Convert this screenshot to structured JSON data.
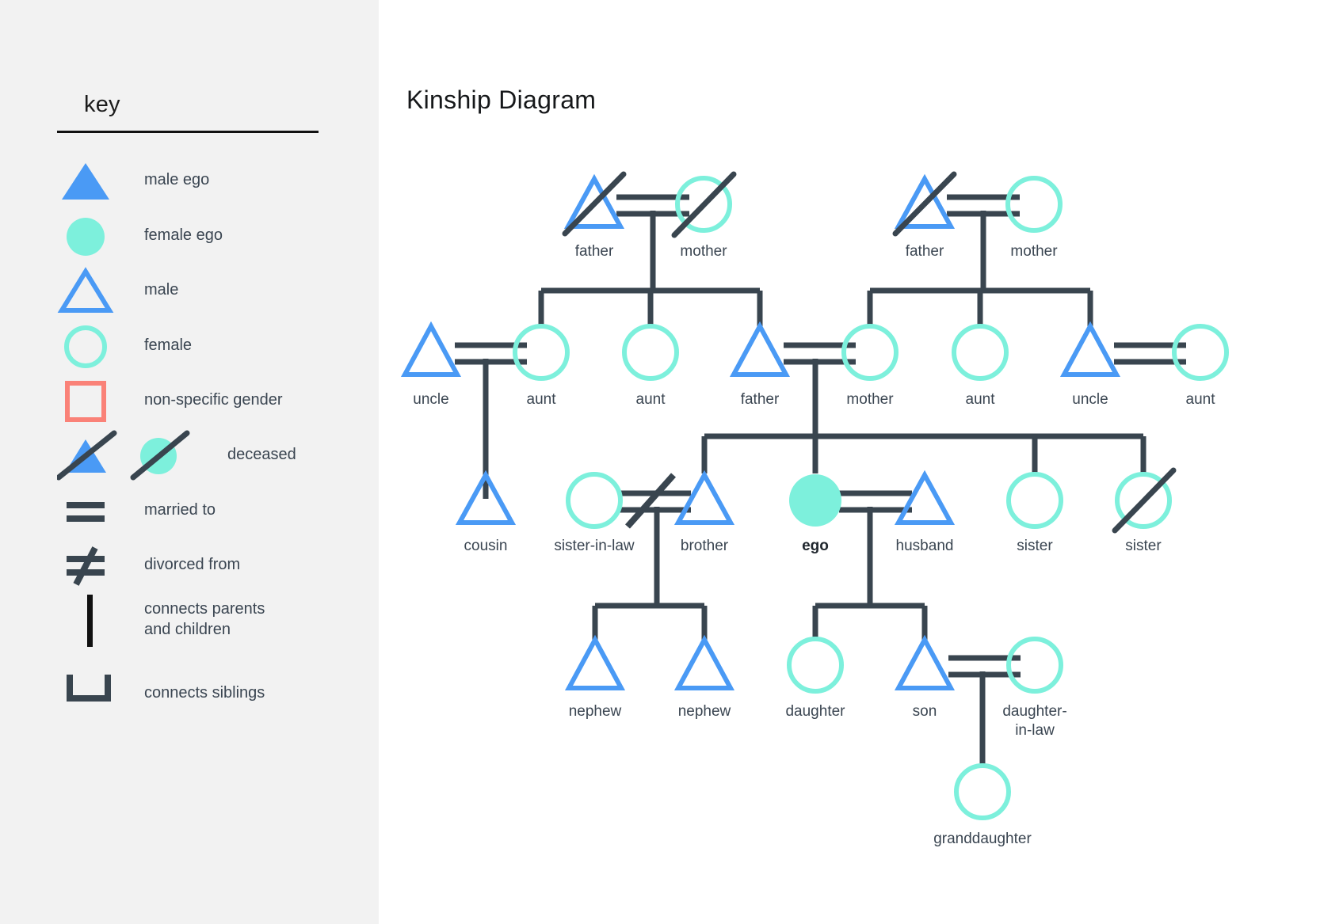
{
  "colors": {
    "male_blue": "#4a9af5",
    "female_teal": "#7df0dc",
    "nonspecific_red": "#fa8278",
    "line_dark": "#39454f",
    "panel_bg": "#f2f2f2",
    "text": "#3a4551",
    "title": "#16181a"
  },
  "legend": {
    "title": "key",
    "items": [
      {
        "icon": "filled-triangle-icon",
        "label": "male ego"
      },
      {
        "icon": "filled-circle-icon",
        "label": "female ego"
      },
      {
        "icon": "outline-triangle-icon",
        "label": "male"
      },
      {
        "icon": "outline-circle-icon",
        "label": "female"
      },
      {
        "icon": "outline-square-icon",
        "label": "non-specific gender"
      },
      {
        "icon": "slashed-shapes-icon",
        "label": "deceased"
      },
      {
        "icon": "equals-icon",
        "label": "married to"
      },
      {
        "icon": "not-equals-icon",
        "label": "divorced from"
      },
      {
        "icon": "vertical-line-icon",
        "label": "connects parents\nand children"
      },
      {
        "icon": "sibling-bracket-icon",
        "label": "connects siblings"
      }
    ]
  },
  "diagram": {
    "title": "Kinship Diagram",
    "generations": [
      {
        "name": "grandparents",
        "nodes": [
          {
            "id": "gf1",
            "label": "father",
            "shape": "triangle",
            "gender": "male",
            "deceased": true,
            "ego": false
          },
          {
            "id": "gm1",
            "label": "mother",
            "shape": "circle",
            "gender": "female",
            "deceased": true,
            "ego": false
          },
          {
            "id": "gf2",
            "label": "father",
            "shape": "triangle",
            "gender": "male",
            "deceased": true,
            "ego": false
          },
          {
            "id": "gm2",
            "label": "mother",
            "shape": "circle",
            "gender": "female",
            "deceased": false,
            "ego": false
          }
        ]
      },
      {
        "name": "parents",
        "nodes": [
          {
            "id": "p1",
            "label": "uncle",
            "shape": "triangle",
            "gender": "male",
            "deceased": false,
            "ego": false
          },
          {
            "id": "p2",
            "label": "aunt",
            "shape": "circle",
            "gender": "female",
            "deceased": false,
            "ego": false
          },
          {
            "id": "p3",
            "label": "aunt",
            "shape": "circle",
            "gender": "female",
            "deceased": false,
            "ego": false
          },
          {
            "id": "p4",
            "label": "father",
            "shape": "triangle",
            "gender": "male",
            "deceased": false,
            "ego": false
          },
          {
            "id": "p5",
            "label": "mother",
            "shape": "circle",
            "gender": "female",
            "deceased": false,
            "ego": false
          },
          {
            "id": "p6",
            "label": "aunt",
            "shape": "circle",
            "gender": "female",
            "deceased": false,
            "ego": false
          },
          {
            "id": "p7",
            "label": "uncle",
            "shape": "triangle",
            "gender": "male",
            "deceased": false,
            "ego": false
          },
          {
            "id": "p8",
            "label": "aunt",
            "shape": "circle",
            "gender": "female",
            "deceased": false,
            "ego": false
          }
        ]
      },
      {
        "name": "ego-generation",
        "nodes": [
          {
            "id": "e1",
            "label": "cousin",
            "shape": "triangle",
            "gender": "male",
            "deceased": false,
            "ego": false
          },
          {
            "id": "e2",
            "label": "sister-in-law",
            "shape": "circle",
            "gender": "female",
            "deceased": false,
            "ego": false
          },
          {
            "id": "e3",
            "label": "brother",
            "shape": "triangle",
            "gender": "male",
            "deceased": false,
            "ego": false
          },
          {
            "id": "e4",
            "label": "ego",
            "shape": "circle",
            "gender": "female",
            "deceased": false,
            "ego": true
          },
          {
            "id": "e5",
            "label": "husband",
            "shape": "triangle",
            "gender": "male",
            "deceased": false,
            "ego": false
          },
          {
            "id": "e6",
            "label": "sister",
            "shape": "circle",
            "gender": "female",
            "deceased": false,
            "ego": false
          },
          {
            "id": "e7",
            "label": "sister",
            "shape": "circle",
            "gender": "female",
            "deceased": true,
            "ego": false
          }
        ]
      },
      {
        "name": "children",
        "nodes": [
          {
            "id": "c1",
            "label": "nephew",
            "shape": "triangle",
            "gender": "male",
            "deceased": false,
            "ego": false
          },
          {
            "id": "c2",
            "label": "nephew",
            "shape": "triangle",
            "gender": "male",
            "deceased": false,
            "ego": false
          },
          {
            "id": "c3",
            "label": "daughter",
            "shape": "circle",
            "gender": "female",
            "deceased": false,
            "ego": false
          },
          {
            "id": "c4",
            "label": "son",
            "shape": "triangle",
            "gender": "male",
            "deceased": false,
            "ego": false
          },
          {
            "id": "c5",
            "label": "daughter-\nin-law",
            "shape": "circle",
            "gender": "female",
            "deceased": false,
            "ego": false
          }
        ]
      },
      {
        "name": "grandchildren",
        "nodes": [
          {
            "id": "g1",
            "label": "granddaughter",
            "shape": "circle",
            "gender": "female",
            "deceased": false,
            "ego": false
          }
        ]
      }
    ],
    "relationships": {
      "married": [
        [
          "gf1",
          "gm1"
        ],
        [
          "gf2",
          "gm2"
        ],
        [
          "p1",
          "p2"
        ],
        [
          "p4",
          "p5"
        ],
        [
          "p7",
          "p8"
        ],
        [
          "e4",
          "e5"
        ],
        [
          "c4",
          "c5"
        ]
      ],
      "divorced": [
        [
          "e2",
          "e3"
        ]
      ]
    }
  }
}
